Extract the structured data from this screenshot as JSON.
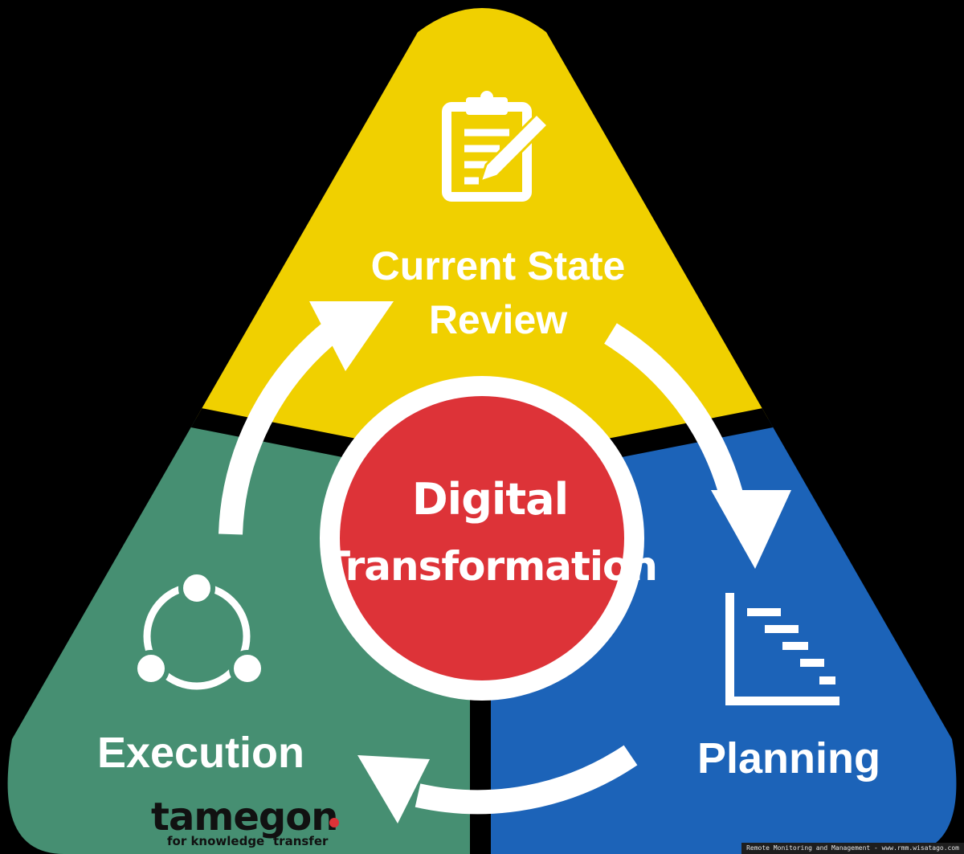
{
  "colors": {
    "background": "#000000",
    "review": "#f0d000",
    "execution": "#468f72",
    "planning": "#1c63b8",
    "center": "#dd3338",
    "arrows": "#ffffff",
    "logo_dot": "#dd3338"
  },
  "segments": {
    "review": {
      "title_line1": "Current State",
      "title_line2": "Review",
      "icon": "clipboard-pencil-icon"
    },
    "execution": {
      "title": "Execution",
      "icon": "share-nodes-icon"
    },
    "planning": {
      "title": "Planning",
      "icon": "gantt-chart-icon"
    }
  },
  "center": {
    "line1": "Digital",
    "line2": "Transformation"
  },
  "logo": {
    "name": "tamegon",
    "tagline_left": "for knowledge",
    "tagline_right": "transfer"
  },
  "watermark": "Remote Monitoring and Management - www.rmm.wisatago.com"
}
